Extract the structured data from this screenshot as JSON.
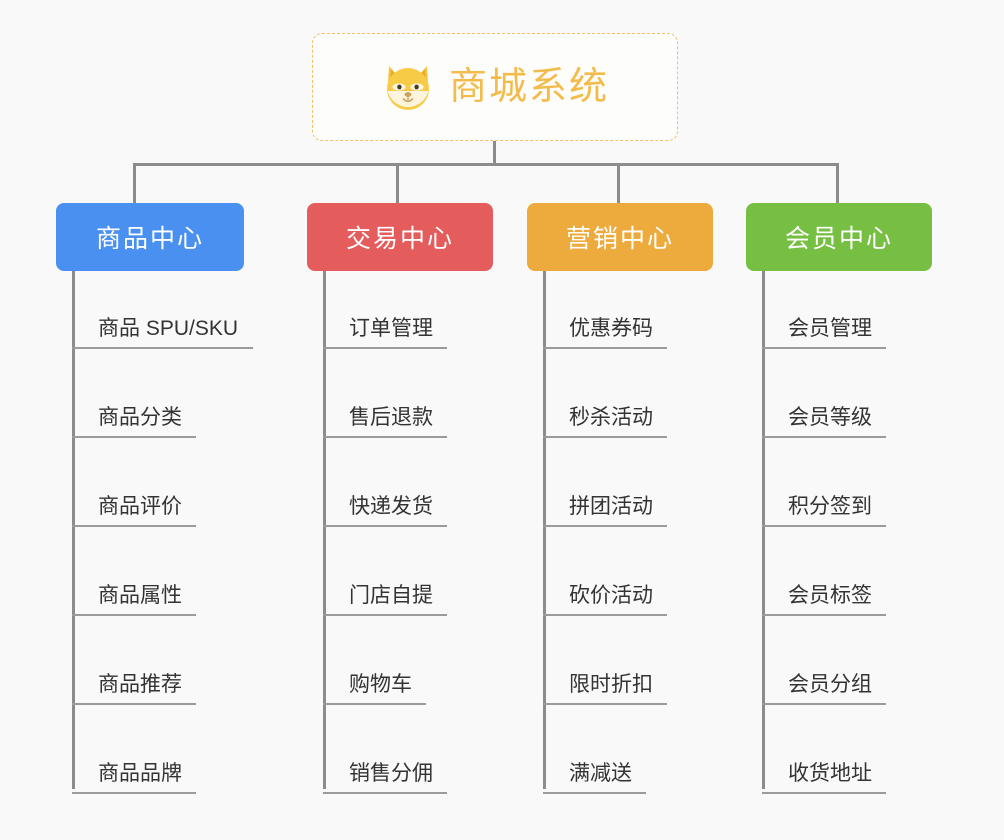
{
  "background_color": "#f9f9f9",
  "root": {
    "title": "商城系统",
    "icon": "shiba-dog-face-emoji",
    "text_color": "#f3bc4a",
    "border_color": "#f0c067"
  },
  "connector_color": "#8c8c8c",
  "branches": [
    {
      "label": "商品中心",
      "color": "#4a90f0",
      "items": [
        "商品 SPU/SKU",
        "商品分类",
        "商品评价",
        "商品属性",
        "商品推荐",
        "商品品牌"
      ]
    },
    {
      "label": "交易中心",
      "color": "#e45c5c",
      "items": [
        "订单管理",
        "售后退款",
        "快递发货",
        "门店自提",
        "购物车",
        "销售分佣"
      ]
    },
    {
      "label": "营销中心",
      "color": "#eeab3d",
      "items": [
        "优惠券码",
        "秒杀活动",
        "拼团活动",
        "砍价活动",
        "限时折扣",
        "满减送"
      ]
    },
    {
      "label": "会员中心",
      "color": "#76bf43",
      "items": [
        "会员管理",
        "会员等级",
        "积分签到",
        "会员标签",
        "会员分组",
        "收货地址"
      ]
    }
  ]
}
